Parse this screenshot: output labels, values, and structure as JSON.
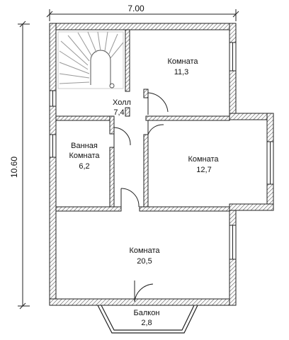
{
  "dimensions": {
    "width": "7.00",
    "height": "10.60"
  },
  "rooms": [
    {
      "id": "room-top-right",
      "name": "Комната",
      "area": "11,3"
    },
    {
      "id": "hall",
      "name": "Холл",
      "area": "7,4"
    },
    {
      "id": "bathroom",
      "name_line1": "Ванная",
      "name_line2": "Комната",
      "area": "6,2"
    },
    {
      "id": "room-middle-right",
      "name": "Комната",
      "area": "12,7"
    },
    {
      "id": "room-bottom",
      "name": "Комната",
      "area": "20,5"
    },
    {
      "id": "balcony",
      "name": "Балкон",
      "area": "2,8"
    }
  ],
  "colors": {
    "wall_hatch": "#555555",
    "line": "#222222",
    "background": "#ffffff"
  }
}
